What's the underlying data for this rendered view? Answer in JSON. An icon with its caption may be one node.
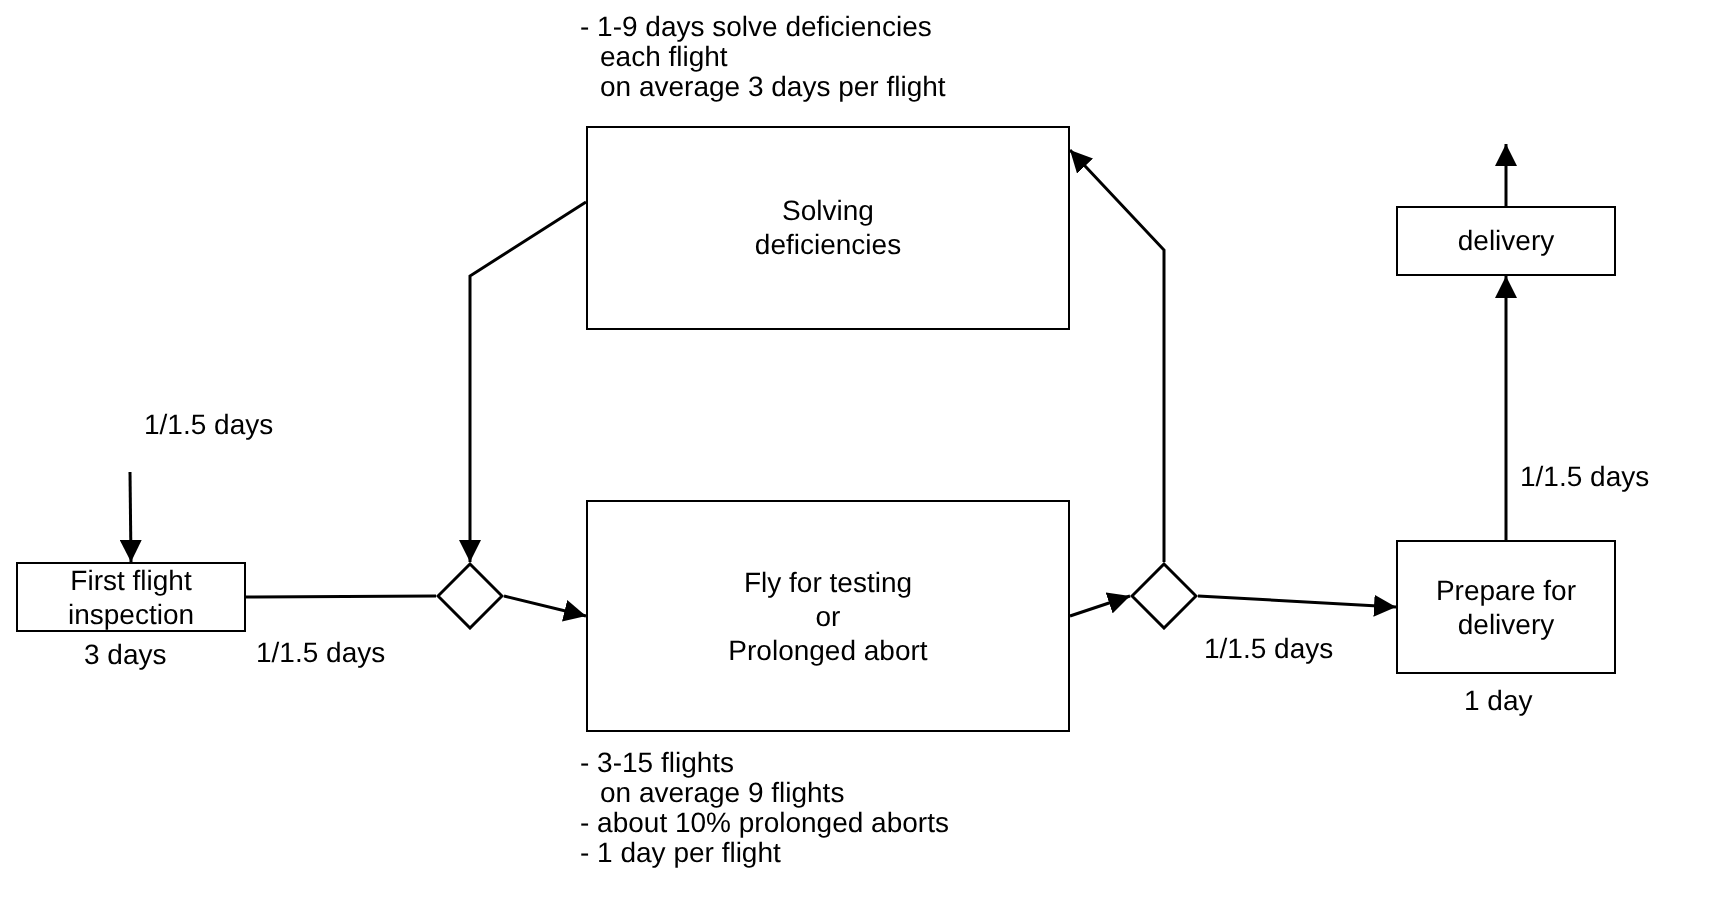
{
  "diagram": {
    "nodes": [
      {
        "text": [
          "Solving deficiencies"
        ],
        "beside": [
          "- 1-9 days solve deficiencies",
          "each flight",
          "on average 3 days per flight"
        ]
      },
      {
        "text": [
          "First flight inspection"
        ],
        "beside": [
          "3 days"
        ]
      },
      {
        "text": [],
        "shape": "diamond"
      },
      {
        "text": [
          "Fly for testing",
          "or",
          "Prolonged abort"
        ],
        "beside": [
          "- 3-15 flights",
          "on average 9 flights",
          "- about 10% prolonged aborts",
          "- 1 day per flight"
        ]
      },
      {
        "text": [],
        "shape": "diamond"
      },
      {
        "text": [
          "Prepare for delivery"
        ],
        "beside": [
          "1 day"
        ]
      },
      {
        "text": [
          "delivery"
        ]
      }
    ],
    "edges": [
      {
        "from": null,
        "to": 1,
        "arrow": "to",
        "label": "1/1.5 days"
      },
      {
        "from": 1,
        "to": 2,
        "arrow": "none",
        "label": "1/1.5 days"
      },
      {
        "from": 2,
        "to": 3,
        "arrow": "to"
      },
      {
        "from": 3,
        "to": 4,
        "arrow": "to"
      },
      {
        "from": 4,
        "to": 0,
        "arrow": "to"
      },
      {
        "from": 0,
        "to": 2,
        "arrow": "to"
      },
      {
        "from": 4,
        "to": 5,
        "arrow": "to",
        "label": "1/1.5 days"
      },
      {
        "from": 5,
        "to": 6,
        "arrow": "to",
        "label": "1/1.5 days"
      },
      {
        "from": 6,
        "to": null,
        "arrow": "to"
      }
    ]
  }
}
